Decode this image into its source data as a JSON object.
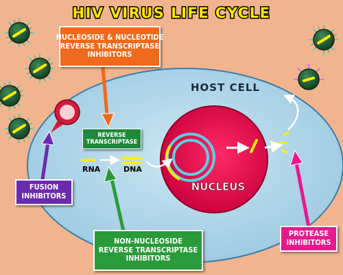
{
  "title": "HIV VIRUS LIFE CYCLE",
  "host_cell_label": "HOST CELL",
  "nucleus_label": "NUCLEUS",
  "rt_box": {
    "line1": "REVERSE",
    "line2": "TRANSCRIPTASE"
  },
  "rna_label": "RNA",
  "dna_label": "DNA",
  "nrti_box": {
    "line1": "NUCLEOSIDE & NUCLEOTIDE",
    "line2": "REVERSE TRANSCRIPTASE",
    "line3": "INHIBITORS"
  },
  "nnrti_box": {
    "line1": "NON-NUCLEOSIDE",
    "line2": "REVERSE TRANSCRIPTASE",
    "line3": "INHIBITORS"
  },
  "fusion_box": {
    "line1": "FUSION",
    "line2": "INHIBITORS"
  },
  "protease_box": {
    "line1": "PROTEASE",
    "line2": "INHIBITORS"
  },
  "colors": {
    "background": "#f2b48f",
    "title": "#ffe600",
    "host_cell": "#b9dcec",
    "nucleus": "#e8104e",
    "nrti": "#f06a1c",
    "nnrti": "#2a9a3a",
    "fusion": "#6a2ab0",
    "protease": "#e8198c",
    "rt": "#1c8a3a",
    "virus": "#1f5e3a",
    "rna": "#ffee00"
  }
}
